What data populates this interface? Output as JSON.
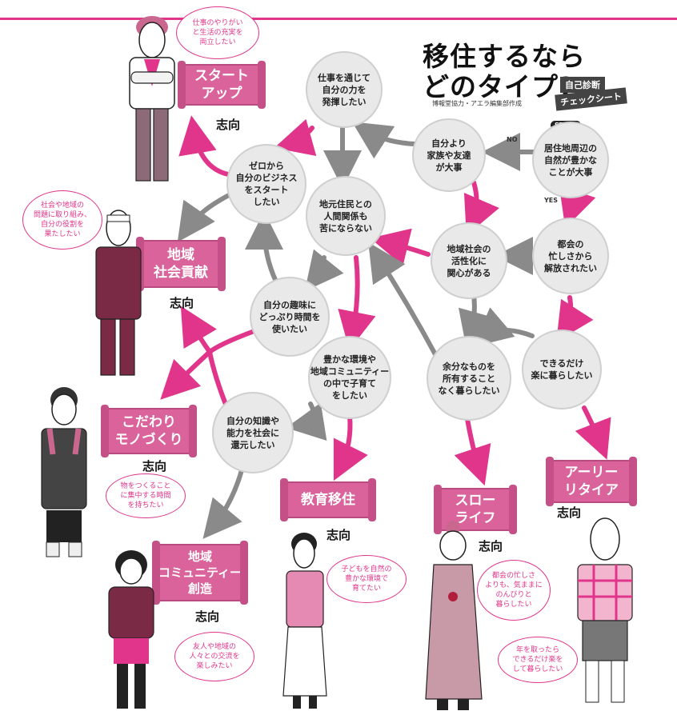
{
  "title": {
    "line1": "移住するなら",
    "line2": "どのタイプ?"
  },
  "tag": {
    "line1": "自己診断",
    "line2": "チェックシート"
  },
  "credit": "博報堂協力・アエラ編集部作成",
  "start_label": "START",
  "labels": {
    "no": "NO",
    "yes": "YES"
  },
  "nodes": {
    "start": "居住地周辺の\n自然が豊かな\nことが大事",
    "family": "自分より\n家族や友達\nが大事",
    "work": "仕事を通じて\n自分の力を\n発揮したい",
    "business": "ゼロから\n自分のビジネス\nをスタート\nしたい",
    "local": "地元住民との\n人間関係も\n苦にならない",
    "community": "地域社会の\n活性化に\n関心がある",
    "city": "都会の\n忙しさから\n解放されたい",
    "hobby": "自分の趣味に\nどっぷり時間を\n使いたい",
    "child": "豊かな環境や\n地域コミュニティー\nの中で子育て\nをしたい",
    "easy": "できるだけ\n楽に暮らしたい",
    "minimal": "余分なものを\n所有すること\nなく暮らしたい",
    "knowledge": "自分の知識や\n能力を社会に\n還元したい"
  },
  "types": {
    "startup": "スタート\nアップ",
    "contrib": "地域\n社会貢献",
    "craft": "こだわり\nモノづくり",
    "education": "教育移住",
    "slow": "スロー\nライフ",
    "early": "アーリー\nリタイア",
    "creation": "地域\nコミュニティー\n創造"
  },
  "shikou": "志向",
  "bubbles": {
    "startup": "仕事のやりがい\nと生活の充実を\n両立したい",
    "contrib": "社会や地域の\n問題に取り組み、\n自分の役割を\n果たしたい",
    "craft": "物をつくること\nに集中する時間\nを持ちたい",
    "education": "子どもを自然の\n豊かな環境で\n育てたい",
    "slow": "都会の忙しさ\nよりも、気ままに\nのんびりと\n暮らしたい",
    "early": "年を取ったら\nできるだけ楽を\nして暮らしたい",
    "creation": "友人や地域の\n人々との交流を\n楽しみたい"
  },
  "colors": {
    "pink": "#e0358a",
    "gray": "#8a8a8a",
    "node": "#e9e9e9",
    "scroll": "#d9639a"
  }
}
